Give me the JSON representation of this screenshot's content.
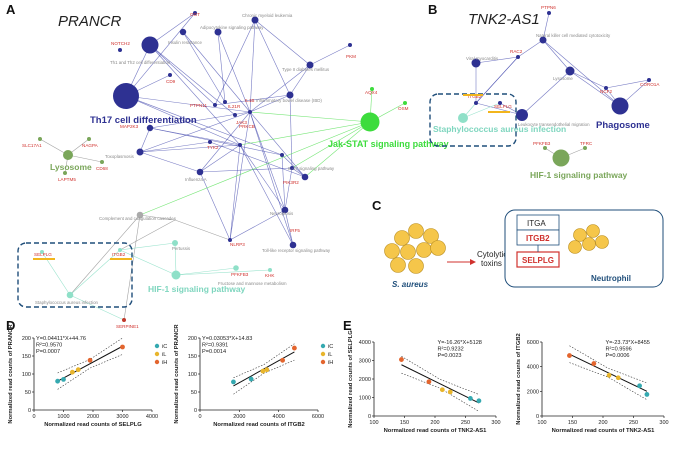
{
  "panels": {
    "a": "A",
    "b": "B",
    "c": "C",
    "d": "D",
    "e": "E"
  },
  "panel_a": {
    "title": "PRANCR",
    "genes": [
      "NOTCH2",
      "OGT",
      "CD9",
      "PKM",
      "IL1B",
      "AQX4",
      "OSM",
      "PTPN11",
      "IL21R",
      "SLC17A1",
      "NAGPA",
      "CD68",
      "LAPTM5",
      "MAP2K3",
      "JAK3",
      "TYK2",
      "PRKCB",
      "PIK3R2",
      "IRF5",
      "NLRP3",
      "PFKFB3",
      "KHK",
      "SELPLG",
      "ITGB2",
      "SERPINE1"
    ],
    "pathways": [
      "Insulin resistance",
      "Adipocytokine signaling pathway",
      "Chronic myeloid leukemia",
      "Th1 and Th2 cell differentiation",
      "Type II diabetes mellitus",
      "Inflammatory bowel disease (IBD)",
      "Toxoplasmosis",
      "IL-17 signaling pathway",
      "Influenza A",
      "Necroptosis",
      "Toll-like receptor signaling pathway",
      "Complement and coagulation cascades",
      "Pertussis",
      "Fructose and mannose metabolism",
      "Staphylococcus aureus infection"
    ],
    "hubs": {
      "th17": "Th17 cell differentiation",
      "jak": "Jak-STAT signaling pathway",
      "lyso": "Lysosome",
      "hif": "HIF-1 signaling pathway"
    }
  },
  "panel_b": {
    "title": "TNK2-AS1",
    "genes": [
      "PTPN6",
      "RAC2",
      "ITGB2",
      "SELPLG",
      "NCF2",
      "CORO1A",
      "PFKFB3",
      "TFRC"
    ],
    "pathways": [
      "Natural killer cell mediated cytotoxicity",
      "Viral myocarditis",
      "Lysosome",
      "Leukocyte transendothelial migration"
    ],
    "hubs": {
      "staph": "Staphylococcus aureus infection",
      "phago": "Phagosome",
      "hif": "HIF-1 signaling pathway"
    }
  },
  "panel_c": {
    "bacteria_label": "S. aureus",
    "toxins_label": "Cytolytic toxins",
    "box_items": [
      "ITGA",
      "ITGB2",
      "SELPLG"
    ],
    "cell_label": "Neutrophil"
  },
  "legend_groups": [
    "iC",
    "iL",
    "iH"
  ],
  "colors": {
    "iC": "#35a9b0",
    "iL": "#e8b52c",
    "iH": "#e3652e"
  },
  "plots": [
    {
      "id": "d1",
      "equation": "Y=0.04411*X+44.76",
      "r2": "R²=0.9570",
      "p": "P=0.0007",
      "ylabel": "Normalized read counts of PRANCR",
      "xlabel": "Normalized read counts of SELPLG",
      "xticks": [
        "0",
        "1000",
        "2000",
        "3000",
        "4000"
      ],
      "yticks": [
        "0",
        "50",
        "100",
        "150",
        "200"
      ]
    },
    {
      "id": "d2",
      "equation": "Y=0.03053*X+14.83",
      "r2": "R²=0.9391",
      "p": "P=0.0014",
      "ylabel": "Normalized read counts of PRANCR",
      "xlabel": "Normalized read counts of ITGB2",
      "xticks": [
        "0",
        "2000",
        "4000",
        "6000"
      ],
      "yticks": [
        "0",
        "50",
        "100",
        "150",
        "200"
      ]
    },
    {
      "id": "e1",
      "equation": "Y=-16.26*X+5128",
      "r2": "R²=0.9232",
      "p": "P=0.0023",
      "ylabel": "Normalized read counts of SELPLG",
      "xlabel": "Normalized read counts of TNK2-AS1",
      "xticks": [
        "100",
        "150",
        "200",
        "250",
        "300"
      ],
      "yticks": [
        "0",
        "1000",
        "2000",
        "3000",
        "4000"
      ]
    },
    {
      "id": "e2",
      "equation": "Y=-23.73*X+8455",
      "r2": "R²=0.9596",
      "p": "P=0.0006",
      "ylabel": "Normalized read counts of ITGB2",
      "xlabel": "Normalized read counts of TNK2-AS1",
      "xticks": [
        "100",
        "150",
        "200",
        "250",
        "300"
      ],
      "yticks": [
        "0",
        "2000",
        "4000",
        "6000"
      ]
    }
  ],
  "chart_data": [
    {
      "type": "scatter",
      "title": "",
      "xlabel": "Normalized read counts of SELPLG",
      "ylabel": "Normalized read counts of PRANCR",
      "xlim": [
        0,
        4000
      ],
      "ylim": [
        0,
        200
      ],
      "series": [
        {
          "name": "iC",
          "points": [
            [
              800,
              80
            ],
            [
              1000,
              85
            ]
          ]
        },
        {
          "name": "iL",
          "points": [
            [
              1300,
              105
            ],
            [
              1500,
              112
            ]
          ]
        },
        {
          "name": "iH",
          "points": [
            [
              1900,
              138
            ],
            [
              3000,
              175
            ]
          ]
        }
      ],
      "fit": {
        "slope": 0.04411,
        "intercept": 44.76
      }
    },
    {
      "type": "scatter",
      "title": "",
      "xlabel": "Normalized read counts of ITGB2",
      "ylabel": "Normalized read counts of PRANCR",
      "xlim": [
        0,
        6000
      ],
      "ylim": [
        0,
        200
      ],
      "series": [
        {
          "name": "iC",
          "points": [
            [
              1700,
              78
            ],
            [
              2600,
              86
            ]
          ]
        },
        {
          "name": "iL",
          "points": [
            [
              3200,
              108
            ],
            [
              3400,
              112
            ]
          ]
        },
        {
          "name": "iH",
          "points": [
            [
              4200,
              138
            ],
            [
              4800,
              172
            ]
          ]
        }
      ],
      "fit": {
        "slope": 0.03053,
        "intercept": 14.83
      }
    },
    {
      "type": "scatter",
      "title": "",
      "xlabel": "Normalized read counts of TNK2-AS1",
      "ylabel": "Normalized read counts of SELPLG",
      "xlim": [
        100,
        300
      ],
      "ylim": [
        0,
        4000
      ],
      "series": [
        {
          "name": "iC",
          "points": [
            [
              258,
              950
            ],
            [
              272,
              820
            ]
          ]
        },
        {
          "name": "iL",
          "points": [
            [
              212,
              1420
            ],
            [
              225,
              1300
            ]
          ]
        },
        {
          "name": "iH",
          "points": [
            [
              145,
              3050
            ],
            [
              190,
              1850
            ]
          ]
        }
      ],
      "fit": {
        "slope": -16.26,
        "intercept": 5128
      }
    },
    {
      "type": "scatter",
      "title": "",
      "xlabel": "Normalized read counts of TNK2-AS1",
      "ylabel": "Normalized read counts of ITGB2",
      "xlim": [
        100,
        300
      ],
      "ylim": [
        0,
        6000
      ],
      "series": [
        {
          "name": "iC",
          "points": [
            [
              260,
              2450
            ],
            [
              272,
              1750
            ]
          ]
        },
        {
          "name": "iL",
          "points": [
            [
              210,
              3300
            ],
            [
              225,
              3100
            ]
          ]
        },
        {
          "name": "iH",
          "points": [
            [
              145,
              4900
            ],
            [
              185,
              4250
            ]
          ]
        }
      ],
      "fit": {
        "slope": -23.73,
        "intercept": 8455
      }
    }
  ]
}
